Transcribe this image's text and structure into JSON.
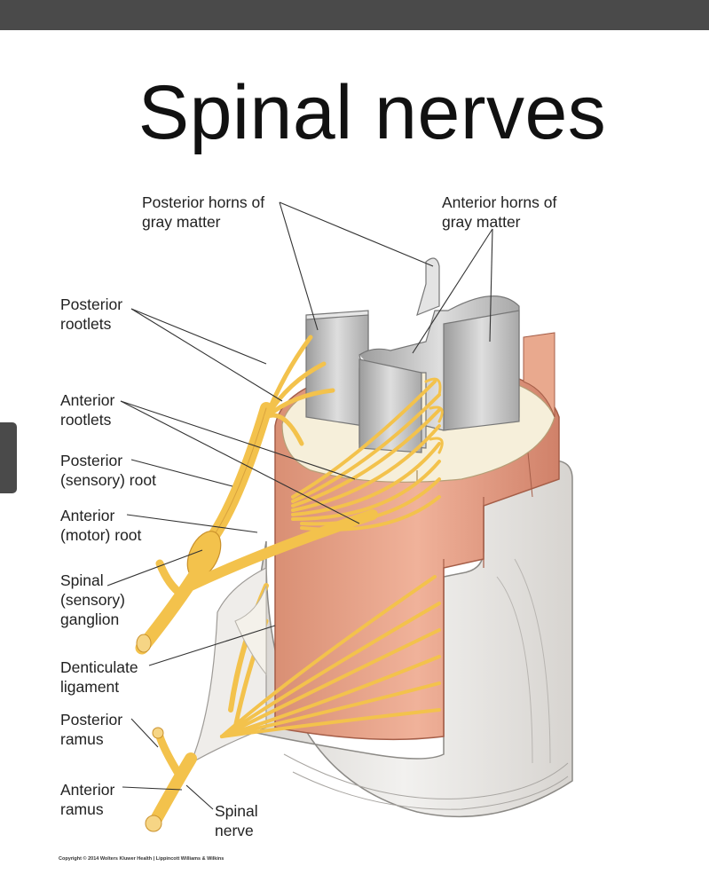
{
  "title": "Spinal nerves",
  "labels": {
    "posterior_horns": "Posterior horns of\ngray matter",
    "anterior_horns": "Anterior horns of\ngray matter",
    "posterior_rootlets": "Posterior\nrootlets",
    "anterior_rootlets": "Anterior\nrootlets",
    "posterior_root": "Posterior\n(sensory) root",
    "anterior_root": "Anterior\n(motor) root",
    "spinal_ganglion": "Spinal\n(sensory)\nganglion",
    "denticulate_ligament": "Denticulate\nligament",
    "posterior_ramus": "Posterior\nramus",
    "anterior_ramus": "Anterior\nramus",
    "spinal_nerve": "Spinal\nnerve"
  },
  "copyright": "Copyright © 2014 Wolters Kluwer Health | Lippincott Williams & Wilkins",
  "colors": {
    "nerve": "#f3c24c",
    "nerve_dark": "#c9902a",
    "cord": "#e9a98e",
    "cord_dark": "#c97e66",
    "white_matter": "#f6efda",
    "gray_matter": "#c8c8c8",
    "dura": "#e7e5e2"
  }
}
